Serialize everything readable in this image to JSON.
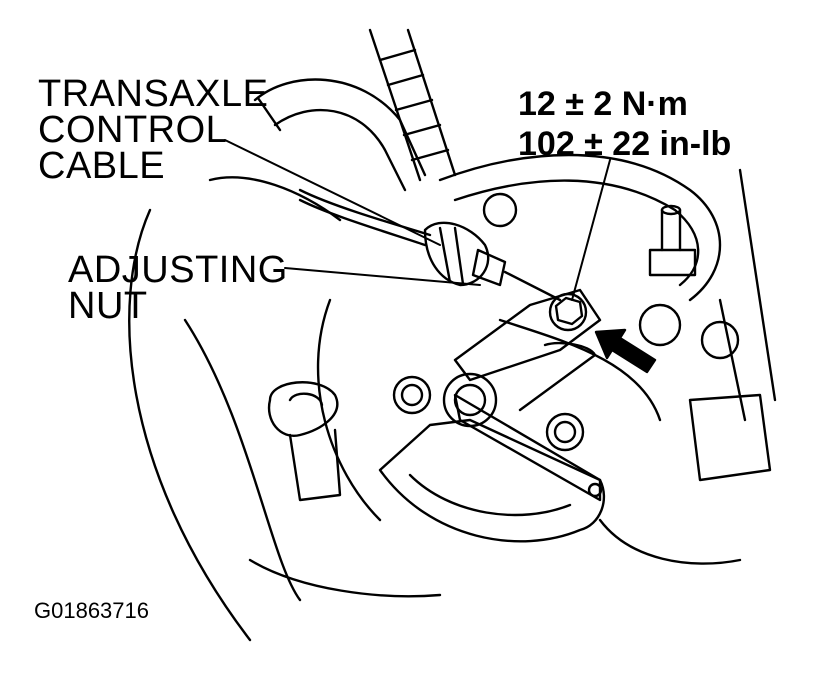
{
  "labels": {
    "transaxle_control_cable": [
      "TRANSAXLE",
      "CONTROL",
      "CABLE"
    ],
    "adjusting_nut": [
      "ADJUSTING",
      "NUT"
    ],
    "torque": [
      "12 ± 2 N·m",
      "102 ± 22 in-lb"
    ]
  },
  "figure_id": "G01863716"
}
